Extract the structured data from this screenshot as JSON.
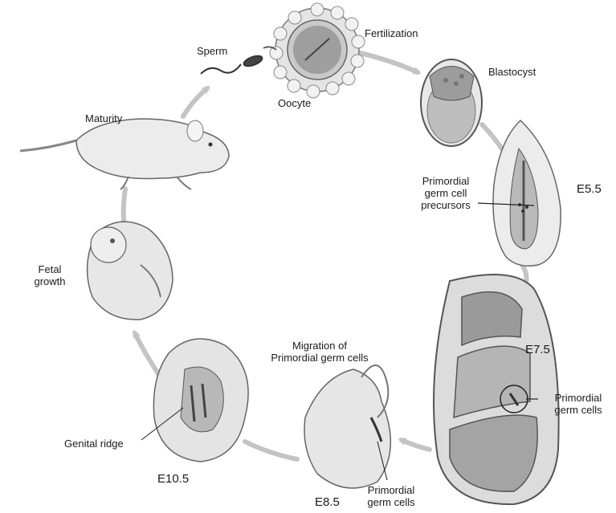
{
  "labels": {
    "fertilization": "Fertilization",
    "sperm": "Sperm",
    "oocyte": "Oocyte",
    "blastocyst": "Blastocyst",
    "maturity": "Maturity",
    "pgc_precursors": [
      "Primordial",
      "germ cell",
      "precursors"
    ],
    "e5_5": "E5.5",
    "fetal_growth": [
      "Fetal",
      "growth"
    ],
    "e7_5": "E7.5",
    "pgc_right": [
      "Primordial",
      "germ cells"
    ],
    "migration": [
      "Migration of",
      "Primordial germ cells"
    ],
    "genital_ridge": "Genital ridge",
    "e10_5": "E10.5",
    "e8_5": "E8.5",
    "pgc_bottom": [
      "Primordial",
      "germ cells"
    ]
  },
  "colors": {
    "arrow": "#c4c4c4",
    "outline": "#555555",
    "tissue": "#d9d9d9",
    "shade": "#9a9a9a"
  }
}
